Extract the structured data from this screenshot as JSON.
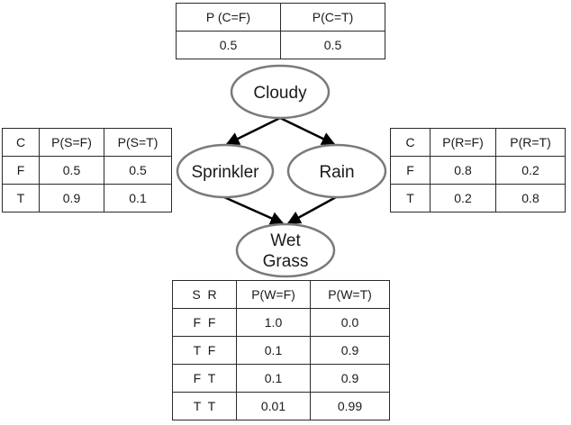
{
  "nodes": {
    "cloudy": {
      "label": "Cloudy"
    },
    "sprinkler": {
      "label": "Sprinkler"
    },
    "rain": {
      "label": "Rain"
    },
    "wetgrass": {
      "label_line1": "Wet",
      "label_line2": "Grass"
    }
  },
  "edges": [
    {
      "from": "Cloudy",
      "to": "Sprinkler"
    },
    {
      "from": "Cloudy",
      "to": "Rain"
    },
    {
      "from": "Sprinkler",
      "to": "Wet Grass"
    },
    {
      "from": "Rain",
      "to": "Wet Grass"
    }
  ],
  "tables": {
    "cloudy": {
      "headers": [
        "P (C=F)",
        "P(C=T)"
      ],
      "rows": [
        [
          "0.5",
          "0.5"
        ]
      ]
    },
    "sprinkler": {
      "headers": [
        "C",
        "P(S=F)",
        "P(S=T)"
      ],
      "rows": [
        [
          "F",
          "0.5",
          "0.5"
        ],
        [
          "T",
          "0.9",
          "0.1"
        ]
      ]
    },
    "rain": {
      "headers": [
        "C",
        "P(R=F)",
        "P(R=T)"
      ],
      "rows": [
        [
          "F",
          "0.8",
          "0.2"
        ],
        [
          "T",
          "0.2",
          "0.8"
        ]
      ]
    },
    "wetgrass": {
      "headers": [
        "S  R",
        "P(W=F)",
        "P(W=T)"
      ],
      "rows": [
        [
          "F  F",
          "1.0",
          "0.0"
        ],
        [
          "T  F",
          "0.1",
          "0.9"
        ],
        [
          "F  T",
          "0.1",
          "0.9"
        ],
        [
          "T  T",
          "0.01",
          "0.99"
        ]
      ]
    }
  },
  "colors": {
    "node_stroke": "#7a7a7a",
    "edge": "#000000",
    "table_border": "#2a2a2a"
  }
}
